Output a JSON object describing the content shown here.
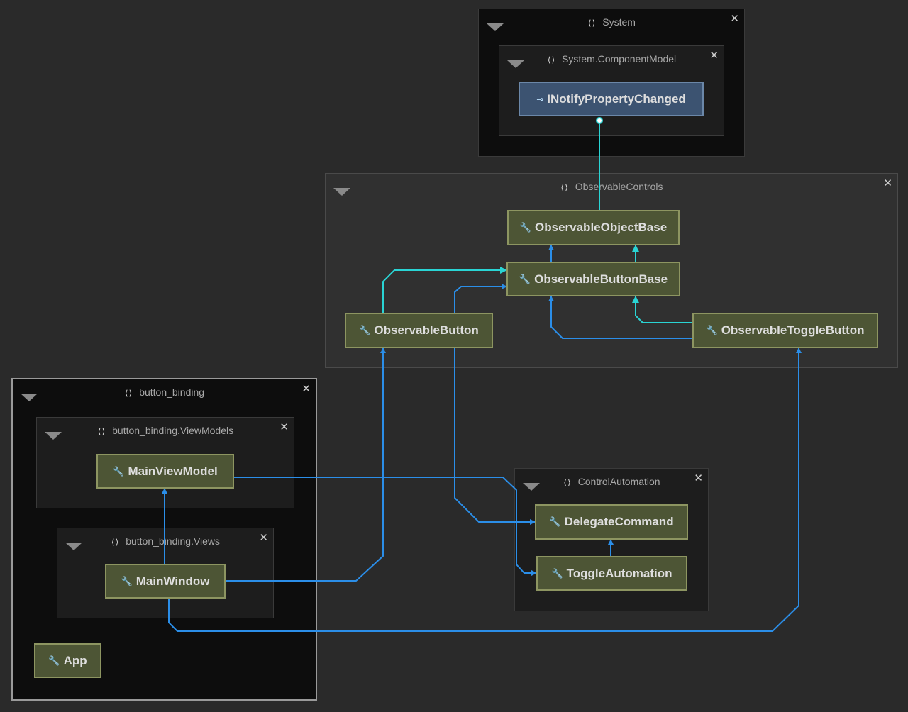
{
  "colors": {
    "background": "#2a2a2a",
    "class_fill": "#4d5535",
    "class_border": "#8d9561",
    "interface_fill": "#3c5371",
    "interface_border": "#6b87a8",
    "inheritance_edge": "#2ad4d4",
    "reference_edge": "#2b8ee8"
  },
  "icons": {
    "namespace": "namespace-braces-icon",
    "class": "class-icon",
    "interface": "interface-icon",
    "close": "close-icon",
    "collapse": "collapse-triangle-icon"
  },
  "glyphs": {
    "namespace": "⟨⟩",
    "close": "✕",
    "class": "🔧",
    "interface": "⊸"
  },
  "groups": {
    "system": {
      "title": "System"
    },
    "system_componentmodel": {
      "title": "System.ComponentModel"
    },
    "observable_controls": {
      "title": "ObservableControls"
    },
    "button_binding": {
      "title": "button_binding"
    },
    "button_binding_viewmodels": {
      "title": "button_binding.ViewModels"
    },
    "button_binding_views": {
      "title": "button_binding.Views"
    },
    "control_automation": {
      "title": "ControlAutomation"
    }
  },
  "nodes": {
    "inotify": "INotifyPropertyChanged",
    "observable_object_base": "ObservableObjectBase",
    "observable_button_base": "ObservableButtonBase",
    "observable_button": "ObservableButton",
    "observable_toggle_button": "ObservableToggleButton",
    "main_view_model": "MainViewModel",
    "main_window": "MainWindow",
    "app": "App",
    "delegate_command": "DelegateCommand",
    "toggle_automation": "ToggleAutomation"
  }
}
